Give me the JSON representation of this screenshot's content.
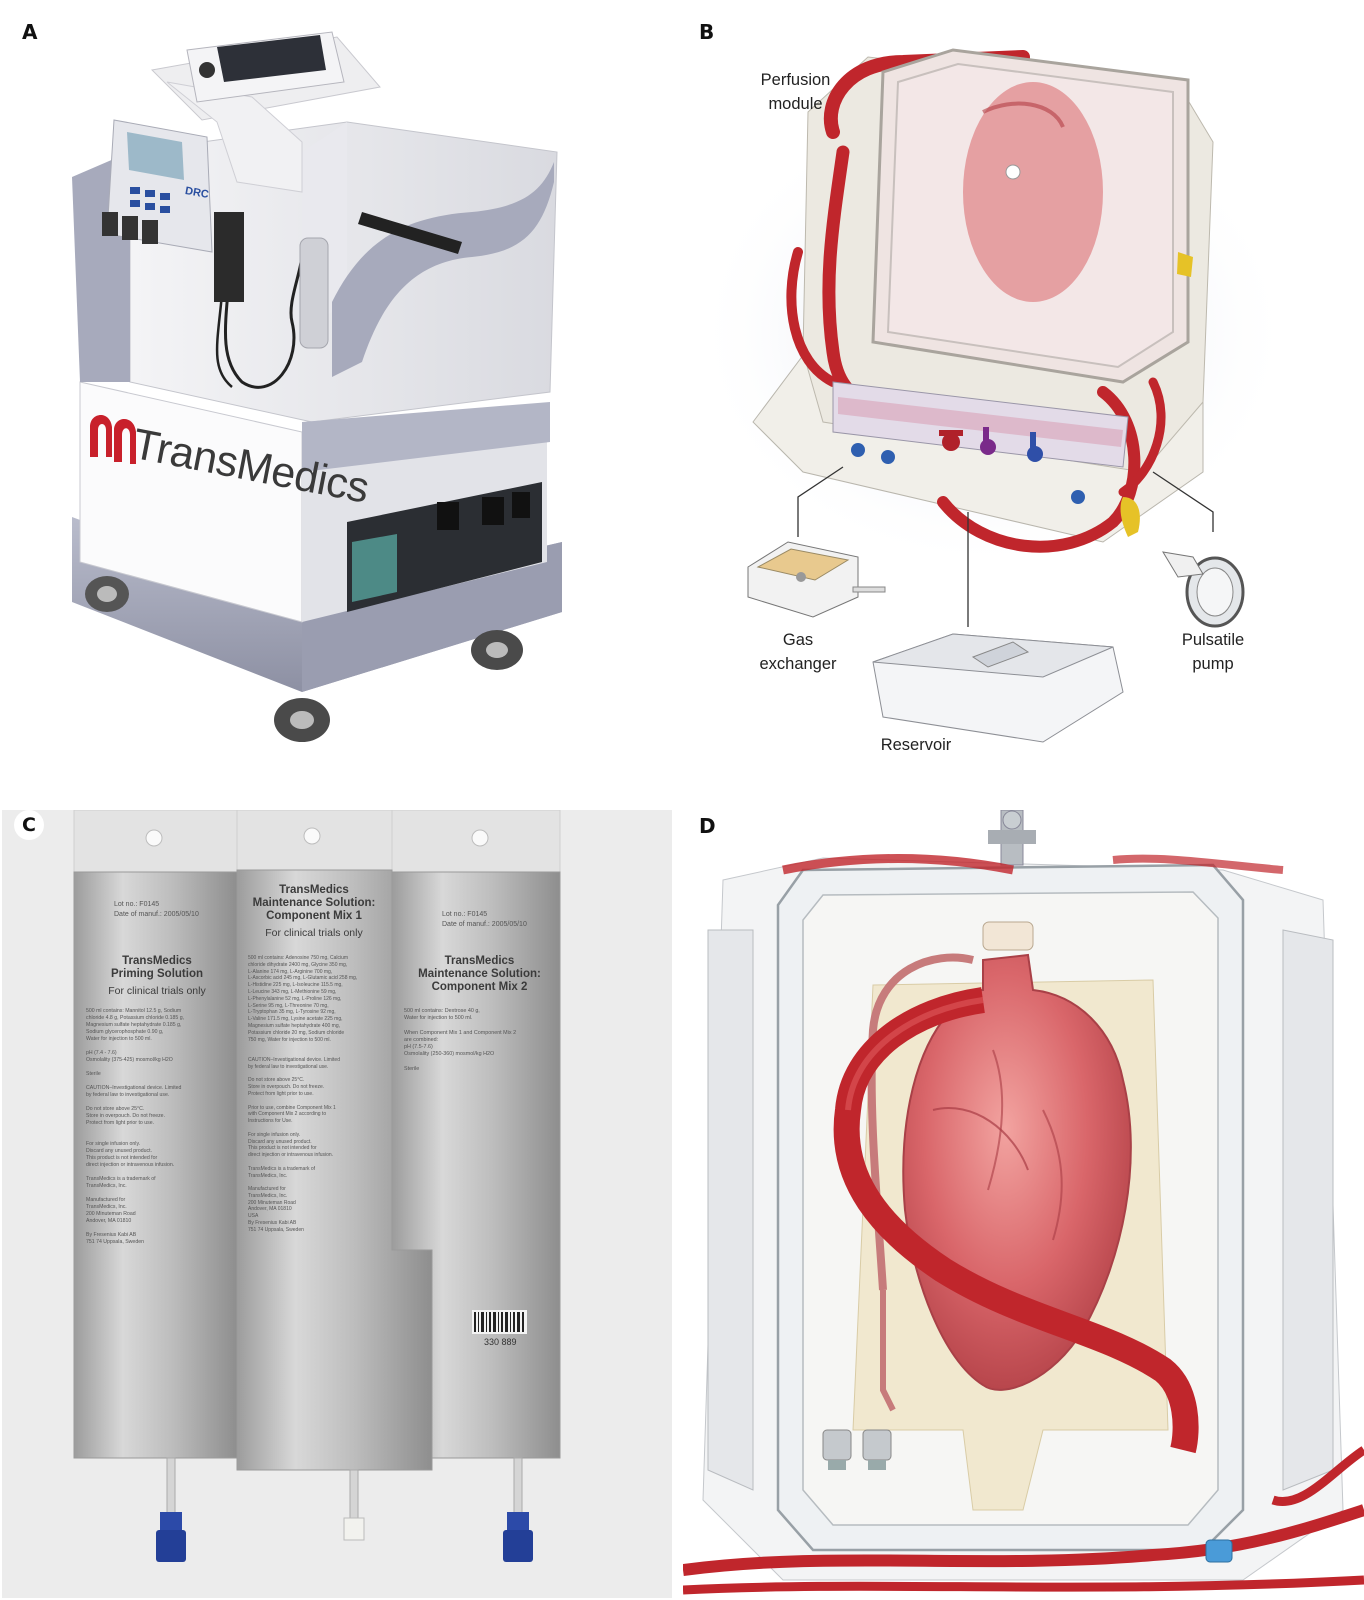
{
  "panels": {
    "a": {
      "letter": "A",
      "brand": "TransMedics",
      "pump_label": "DRC"
    },
    "b": {
      "letter": "B",
      "callouts": {
        "perfusion_module": "Perfusion\nmodule",
        "gas_exchanger": "Gas\nexchanger",
        "pulsatile_pump": "Pulsatile\npump",
        "reservoir": "Reservoir"
      }
    },
    "c": {
      "letter": "C",
      "bags": [
        {
          "lot": "Lot no.: F0145",
          "date": "Date of manuf.: 2005/05/10",
          "title": "TransMedics\nPriming Solution",
          "subtitle": "For clinical trials only",
          "body": "500 ml contains: Mannitol 12.5 g, Sodium\nchloride 4.8 g, Potassium chloride 0.185 g,\nMagnesium sulfate heptahydrate 0.185 g,\nSodium glycerophosphate 0.90 g,\nWater for injection to 500 ml.\n\npH (7.4 - 7.6)\nOsmolality (375-425) mosmol/kg H2O\n\nSterile\n\nCAUTION–Investigational device. Limited\nby federal law to investigational use.\n\nDo not store above 25°C.\nStore in overpouch. Do not freeze.\nProtect from light prior to use.\n\n\nFor single infusion only.\nDiscard any unused product.\nThis product is not intended for\ndirect injection or intravenous infusion.\n\nTransMedics is a trademark of\nTransMedics, Inc.\n\nManufactured for\nTransMedics, Inc.\n200 Minuteman Road\nAndover, MA 01810\n\nBy Fresenius Kabi AB\n751 74 Uppsala, Sweden"
        },
        {
          "lot": "",
          "date": "",
          "title": "TransMedics\nMaintenance Solution:\nComponent Mix 1",
          "subtitle": "For clinical trials only",
          "body": "500 ml contains: Adenosine 750 mg, Calcium\nchloride dihydrate 2400 mg, Glycine 350 mg,\nL-Alanine 174 mg, L-Arginine 700 mg,\nL-Ascorbic acid 245 mg, L-Glutamic acid 258 mg,\nL-Histidine 225 mg, L-Isoleucine 115.5 mg,\nL-Leucine 343 mg, L-Methionine 59 mg,\nL-Phenylalanine 52 mg, L-Proline 126 mg,\nL-Serine 95 mg, L-Threonine 70 mg,\nL-Tryptophan 35 mg, L-Tyrosine 92 mg,\nL-Valine 171.5 mg, Lysine acetate 225 mg,\nMagnesium sulfate heptahydrate 400 mg,\nPotassium chloride 20 mg, Sodium chloride\n750 mg, Water for injection to 500 ml.\n\n\nCAUTION–Investigational device. Limited\nby federal law to investigational use.\n\nDo not store above 25°C.\nStore in overpouch. Do not freeze.\nProtect from light prior to use.\n\nPrior to use, combine Component Mix 1\nwith Component Mix 2 according to\nInstructions for Use.\n\nFor single infusion only.\nDiscard any unused product.\nThis product is not intended for\ndirect injection or intravenous infusion.\n\nTransMedics is a trademark of\nTransMedics, Inc.\n\nManufactured for\nTransMedics, Inc.\n200 Minuteman Road\nAndover, MA 01810\nUSA\nBy Fresenius Kabi AB\n751 74 Uppsala, Sweden"
        },
        {
          "lot": "Lot no.: F0145",
          "date": "Date of manuf.: 2005/05/10",
          "title": "TransMedics\nMaintenance Solution:\nComponent Mix 2",
          "subtitle": "",
          "body": "500 ml contains: Dextrose 40 g,\nWater for injection to 500 ml.\n\nWhen Component Mix 1 and Component Mix 2\nare combined:\npH (7.5-7.6)\nOsmolality (250-360) mosmol/kg H2O\n\nSterile",
          "barcode": "330 889"
        }
      ]
    },
    "d": {
      "letter": "D"
    }
  },
  "colors": {
    "tubing_red": "#c0262c",
    "heart_pink": "#d9666a",
    "brand_red": "#c8202b",
    "connector_blue": "#2f5fb0",
    "cart_grey": "#a9acbf"
  }
}
